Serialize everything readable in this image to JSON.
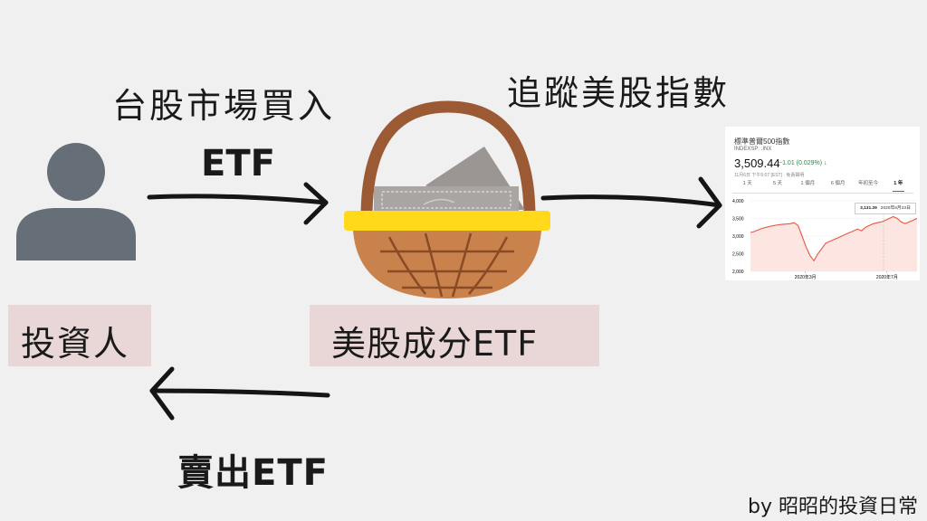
{
  "labels": {
    "buy_in_tw": "台股市場買入",
    "etf_top": "ETF",
    "track_index": "追蹤美股指數",
    "investor": "投資人",
    "basket": "美股成分ETF",
    "sell": "賣出ETF",
    "footer": "by 昭昭的投資日常"
  },
  "chart_card": {
    "title": "標準普爾500指數",
    "ticker": "INDEXSP: .INX",
    "price": "3,509.44",
    "change": "−1.01 (0.029%) ↓",
    "meta": "11月6日 下午5:07 [EST] · 免責聲明",
    "tabs": [
      "1 天",
      "5 天",
      "1 個月",
      "6 個月",
      "年初至今",
      "1 年"
    ],
    "active_tab": "1 年",
    "tooltip_value": "3,131.29",
    "tooltip_date": "2020年6月23日",
    "y_ticks": [
      "4,000",
      "3,500",
      "3,000",
      "2,500",
      "2,000"
    ],
    "x_ticks": [
      "2020年3月",
      "2020年7月"
    ],
    "line_color": "#e8563f"
  },
  "chart_data": {
    "type": "line",
    "title": "標準普爾500指數",
    "ylim": [
      2000,
      4000
    ],
    "x_ticks": [
      "2020年3月",
      "2020年7月"
    ],
    "series": [
      {
        "values": [
          3100,
          3130,
          3180,
          3220,
          3250,
          3280,
          3300,
          3320,
          3330,
          3340,
          3350,
          3380,
          3300,
          3000,
          2700,
          2450,
          2300,
          2500,
          2650,
          2800,
          2850,
          2900,
          2950,
          3000,
          3050,
          3100,
          3150,
          3200,
          3150,
          3250,
          3300,
          3350,
          3380,
          3400,
          3450,
          3500,
          3550,
          3500,
          3400,
          3350,
          3400,
          3450,
          3500
        ]
      }
    ]
  },
  "colors": {
    "background": "#f0f0f0",
    "person": "#666e78",
    "tag": "#e8d7d6",
    "basket_handle": "#9c5a34",
    "basket_rim": "#ffd91a",
    "basket_body": "#c9824b",
    "arrow": "#151515"
  },
  "icons": {
    "person": "person-silhouette-icon",
    "basket": "basket-icon",
    "tickets": "ticket-coupon-icon"
  }
}
